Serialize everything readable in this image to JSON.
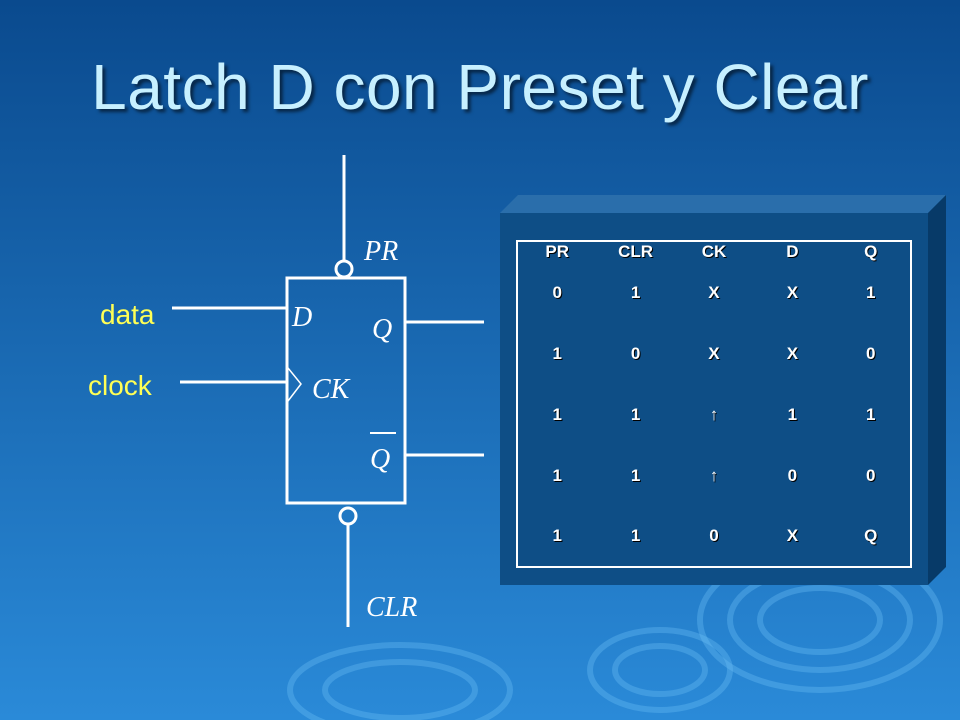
{
  "title": "Latch D con Preset y Clear",
  "colors": {
    "background_top": "#0a4a8e",
    "background_bottom": "#2a8ad8",
    "title": "#c7f0ff",
    "input_labels": "#ffff55",
    "wires": "#ffffff",
    "panel_front": "#0e4e86",
    "panel_side": "#073a68"
  },
  "diagram": {
    "inputs": {
      "data_label": "data",
      "clock_label": "clock"
    },
    "pins": {
      "d": "D",
      "ck": "CK",
      "q": "Q",
      "q_bar": "Q",
      "preset": "PR",
      "clear": "CLR"
    }
  },
  "truth_table": {
    "headers": [
      "PR",
      "CLR",
      "CK",
      "D",
      "Q"
    ],
    "rows": [
      [
        "0",
        "1",
        "X",
        "X",
        "1"
      ],
      [
        "1",
        "0",
        "X",
        "X",
        "0"
      ],
      [
        "1",
        "1",
        "↑",
        "1",
        "1"
      ],
      [
        "1",
        "1",
        "↑",
        "0",
        "0"
      ],
      [
        "1",
        "1",
        "0",
        "X",
        "Q"
      ]
    ]
  }
}
